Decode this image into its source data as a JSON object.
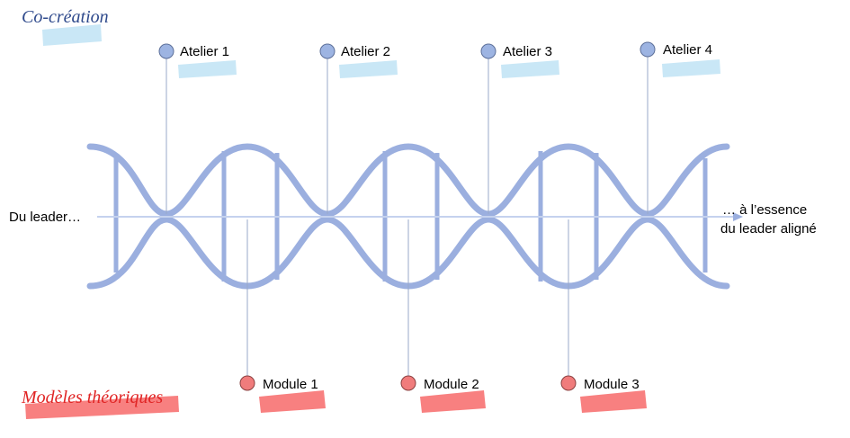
{
  "co_creation": {
    "title": "Co-création",
    "ateliers": [
      "Atelier 1",
      "Atelier 2",
      "Atelier 3",
      "Atelier 4"
    ]
  },
  "modeles": {
    "title": "Modèles théoriques",
    "modules": [
      "Module 1",
      "Module 2",
      "Module 3"
    ]
  },
  "axis": {
    "start_label": "Du leader…",
    "end_label_line1": "… à l’essence",
    "end_label_line2": "du leader aligné"
  },
  "colors": {
    "helix": "#9BAFDF",
    "atelier_node": "#9DB4E2",
    "module_node": "#F07C7C",
    "co_creation_text": "#2F4A8C",
    "modeles_text": "#E02424",
    "atelier_highlight": "#C9E7F6",
    "module_highlight": "#F77C7C",
    "connector": "#9aa8c8"
  }
}
